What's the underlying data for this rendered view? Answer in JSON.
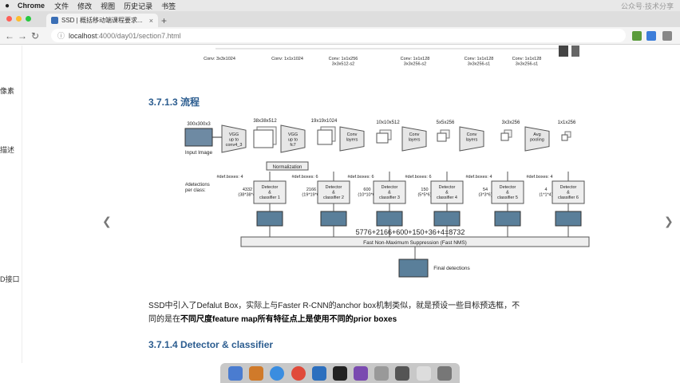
{
  "menubar": {
    "apple": "",
    "app": "Chrome",
    "items": [
      "文件",
      "修改",
      "视图",
      "历史记录",
      "书签"
    ],
    "right_text": "公众号·技术分享"
  },
  "tab": {
    "title": "SSD | 概括移动端课程要求...",
    "close": "×"
  },
  "omnibox": {
    "host": "localhost",
    "path": ":4000/day01/section7.html"
  },
  "leftnav": [
    "像素",
    "描述",
    "D接口"
  ],
  "section_313": {
    "title": "3.7.1.3 流程"
  },
  "top_strip": [
    "Conv: 3x3x1024",
    "Conv: 1x1x1024",
    "Conv: 1x1x256\n3x3x512-s2",
    "Conv: 1x1x128\n3x3x256-s2",
    "Conv: 1x1x128\n3x3x256-s1",
    "Conv: 1x1x128\n3x3x256-s1"
  ],
  "diagram": {
    "input_size": "300x300x3",
    "input_label": "Input Image",
    "vgg1": "VGG\nup to\nconv4_3",
    "vgg2": "VGG\nup to\nfc7",
    "normalization": "Normalization",
    "sizes": [
      "38x38x512",
      "19x19x1024",
      "10x10x512",
      "5x5x256",
      "3x3x256",
      "1x1x256"
    ],
    "layers": [
      "Conv\nlayers",
      "Conv\nlayers",
      "Conv\nlayers",
      "Avg\npooling"
    ],
    "def_boxes": [
      "#def.boxes: 4",
      "#def.boxes: 6",
      "#def.boxes: 6",
      "#def.boxes: 6",
      "#def.boxes: 4",
      "#def.boxes: 4"
    ],
    "detections_label": "#detections\nper class:",
    "counts": [
      "4332\n(38*38*4)",
      "2166\n(19*19*6)",
      "600\n(10*10*6)",
      "150\n(5*5*6)",
      "54\n(3*3*6)",
      "4\n(1*1*4)"
    ],
    "detectors": [
      "Detector\n&\nclassifier 1",
      "Detector\n&\nclassifier 2",
      "Detector\n&\nclassifier 3",
      "Detector\n&\nclassifier 4",
      "Detector\n&\nclassifier 5",
      "Detector\n&\nclassifier 6"
    ],
    "sum": "5776+2166+600+150+36+4=8732",
    "nms": "Fast Non-Maximum Suppression (Fast NMS)",
    "final": "Final detections"
  },
  "para1": {
    "line1": "SSD中引入了Defalut Box，实际上与Faster R-CNN的anchor box机制类似，就是预设一些目标预选框，不",
    "line2_prefix": "同的是在",
    "line2_bold": "不同尺度feature map所有特征点上是使用不同的prior boxes"
  },
  "section_314": {
    "title": "3.7.1.4 Detector & classifier"
  },
  "colors": {
    "heading": "#2b5c8f",
    "menubar": "#e8e8e8",
    "dock": "#c8c8c8"
  }
}
